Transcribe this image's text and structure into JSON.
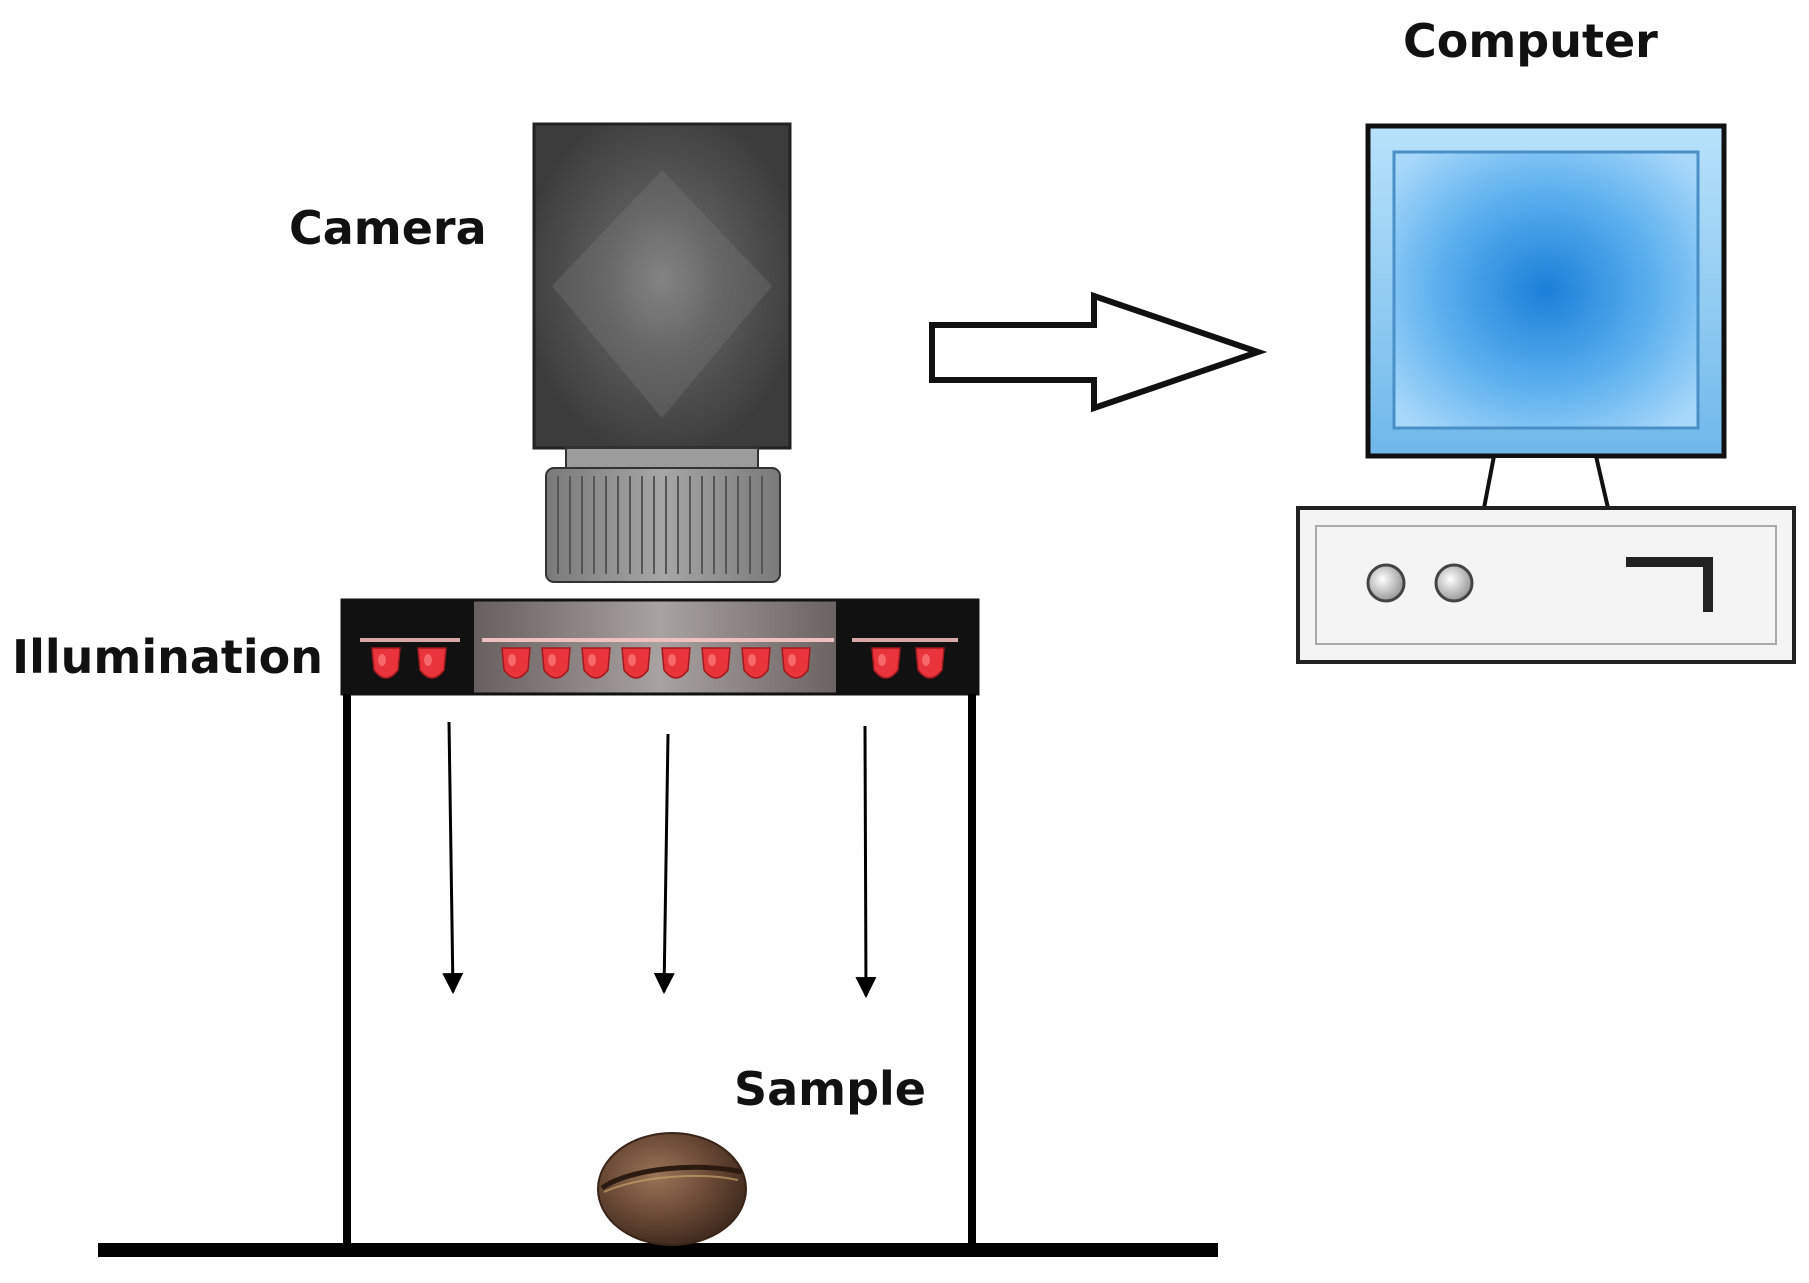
{
  "labels": {
    "camera": "Camera",
    "illumination": "Illumination",
    "sample": "Sample",
    "computer": "Computer"
  },
  "colors": {
    "camera_body": "#444444",
    "lens": "#8a8a8a",
    "illumination_housing": "#111111",
    "led": "#e8343a",
    "led_glow": "#ff8c8c",
    "monitor_screen": "#2e8fe0",
    "monitor_frame": "#9fd2f5",
    "bean": "#6b4a36",
    "line": "#000000"
  },
  "icons": {
    "camera": "camera-icon",
    "lens": "lens-icon",
    "illumination": "led-ring-icon",
    "sample": "coffee-bean-icon",
    "monitor": "monitor-icon",
    "computer_case": "desktop-case-icon",
    "data_arrow": "hollow-arrow-right-icon"
  }
}
